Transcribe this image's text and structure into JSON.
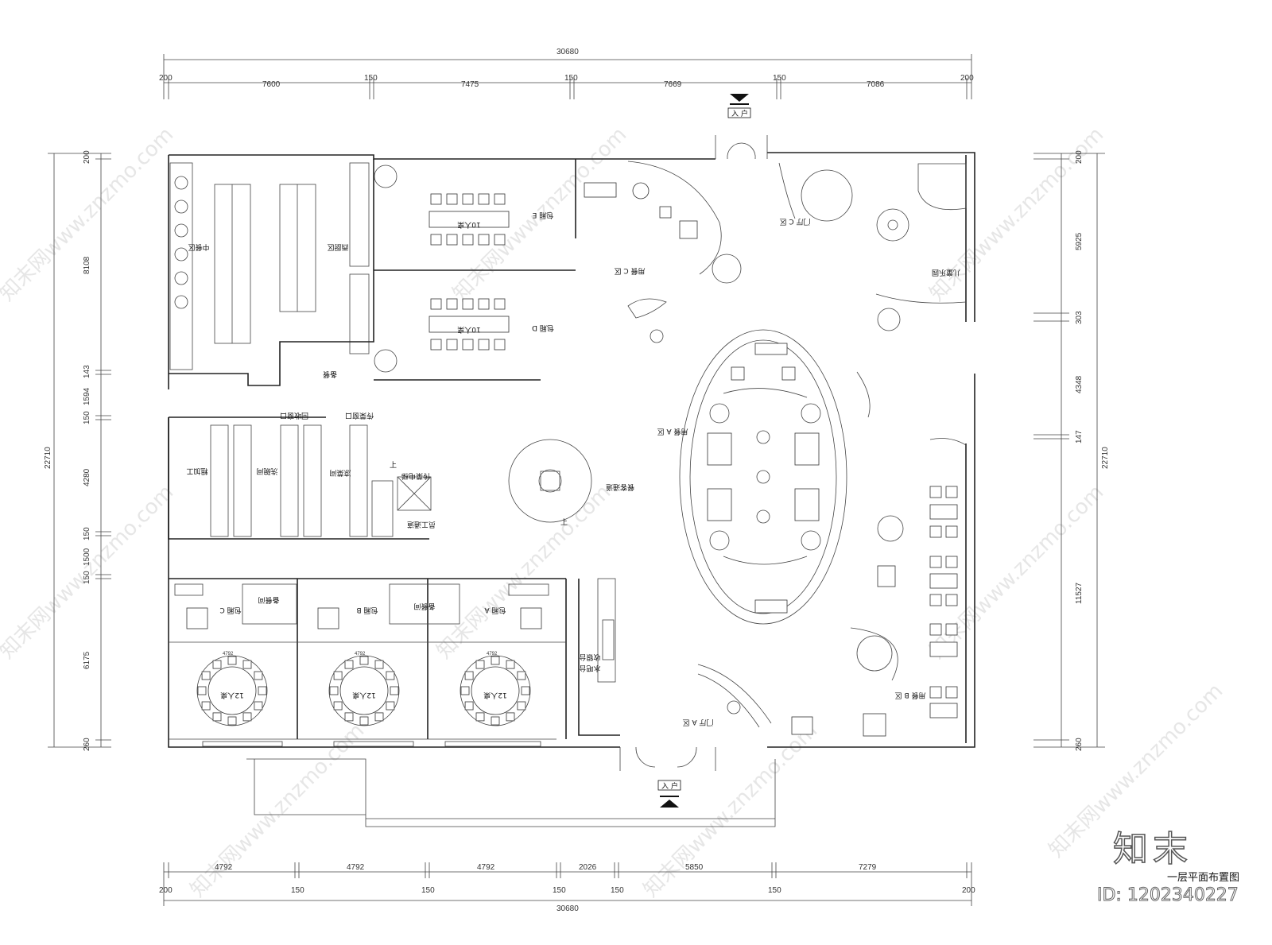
{
  "top_dims": {
    "total": "30680",
    "segments": [
      "200",
      "7600",
      "150",
      "7475",
      "150",
      "7669",
      "150",
      "7086",
      "200"
    ]
  },
  "bottom_dims": {
    "total": "30680",
    "upper": [
      "4792",
      "4792",
      "4792",
      "2026",
      "5850",
      "7279"
    ],
    "lower": [
      "200",
      "150",
      "150",
      "150",
      "150",
      "150",
      "200"
    ]
  },
  "left_dims": {
    "total": "22710",
    "segments": [
      "200",
      "8108",
      "143",
      "1594",
      "150",
      "4280",
      "150",
      "1500",
      "150",
      "6175",
      "260"
    ]
  },
  "right_dims": {
    "total": "22710",
    "segments": [
      "200",
      "5925",
      "303",
      "4348",
      "147",
      "11527",
      "260"
    ]
  },
  "entrances": {
    "top": "入 户",
    "bottom": "入 户"
  },
  "rooms": {
    "chinese_kitchen": "中餐区",
    "western_kitchen": "西厨区",
    "prep": "备餐",
    "private_e": "包厢 E",
    "private_d": "包厢 D",
    "table_e": "10人桌",
    "table_d": "10人桌",
    "dining_c": "用餐 C 区",
    "lobby_c": "门厅 C 区",
    "kids": "儿童乐园",
    "rough": "粗加工",
    "dish": "洗碗间",
    "collect": "回收窗口",
    "serve": "传菜窗口",
    "cold": "凉菜间",
    "lift": "传菜电梯",
    "up1": "上",
    "staff": "员工通道",
    "guest": "餐客通道",
    "up2": "上",
    "dining_a": "用餐 A 区",
    "dining_b": "用餐 B 区",
    "lobby_a": "门厅 A 区",
    "cashier": "收银台",
    "cashier2": "水吧台",
    "private_c": "包厢 C",
    "private_b": "包厢 B",
    "private_a": "包厢 A",
    "pantry1": "备餐间",
    "pantry2": "备餐间",
    "t12_1": "12人桌",
    "t12_2": "12人桌",
    "t12_3": "12人桌",
    "tw1": "4792",
    "tw2": "4792",
    "tw3": "4792"
  },
  "watermark": "知末网www.znzmo.com",
  "brand": {
    "logo": "知末",
    "title": "一层平面布置图",
    "id": "ID: 1202340227"
  }
}
